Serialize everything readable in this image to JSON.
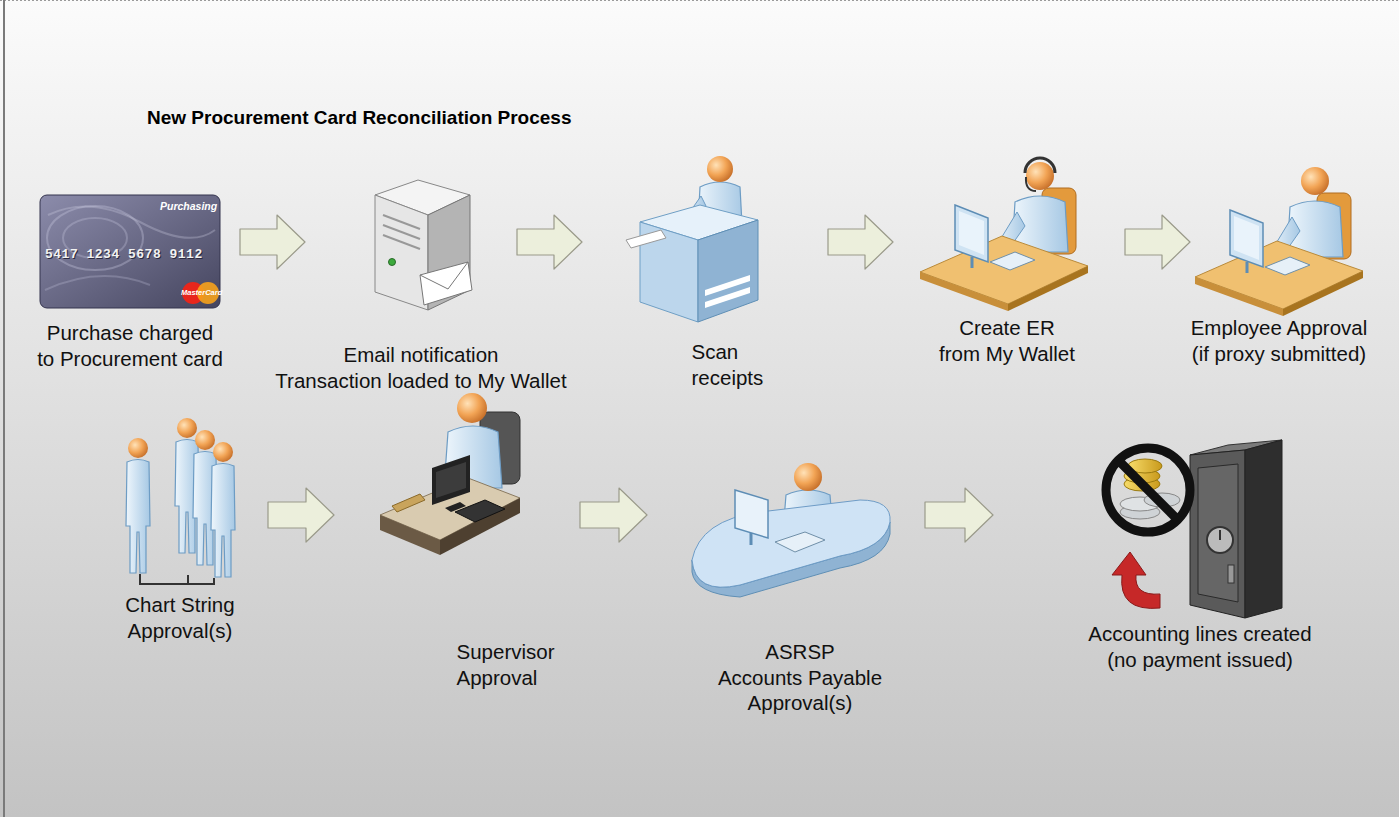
{
  "diagram": {
    "title": "New Procurement Card Reconciliation Process",
    "nodes": [
      {
        "text": [
          "Purchase charged to Procurement card"
        ]
      },
      {
        "text": [
          "Email notification",
          "Transaction loaded to My Wallet"
        ]
      },
      {
        "text": [
          "Scan receipts"
        ]
      },
      {
        "text": [
          "Create ER from My Wallet"
        ]
      },
      {
        "text": [
          "Employee Approval (if proxy submitted)"
        ]
      },
      {
        "text": [
          "Chart String Approval(s)"
        ]
      },
      {
        "text": [
          "Supervisor Approval"
        ]
      },
      {
        "text": [
          "ASRSP",
          "Accounts Payable Approval(s)"
        ]
      },
      {
        "text": [
          "Accounting lines created (no payment issued)"
        ]
      }
    ],
    "edges": [
      {
        "from": 0,
        "to": 1,
        "arrow": "to"
      },
      {
        "from": 1,
        "to": 2,
        "arrow": "to"
      },
      {
        "from": 2,
        "to": 3,
        "arrow": "to"
      },
      {
        "from": 3,
        "to": 4,
        "arrow": "to"
      },
      {
        "from": 5,
        "to": 6,
        "arrow": "to"
      },
      {
        "from": 6,
        "to": 7,
        "arrow": "to"
      },
      {
        "from": 7,
        "to": 8,
        "arrow": "to"
      }
    ],
    "labels": [
      "Purchasing",
      "5417 1234 5678 9112",
      "MasterCard"
    ]
  }
}
